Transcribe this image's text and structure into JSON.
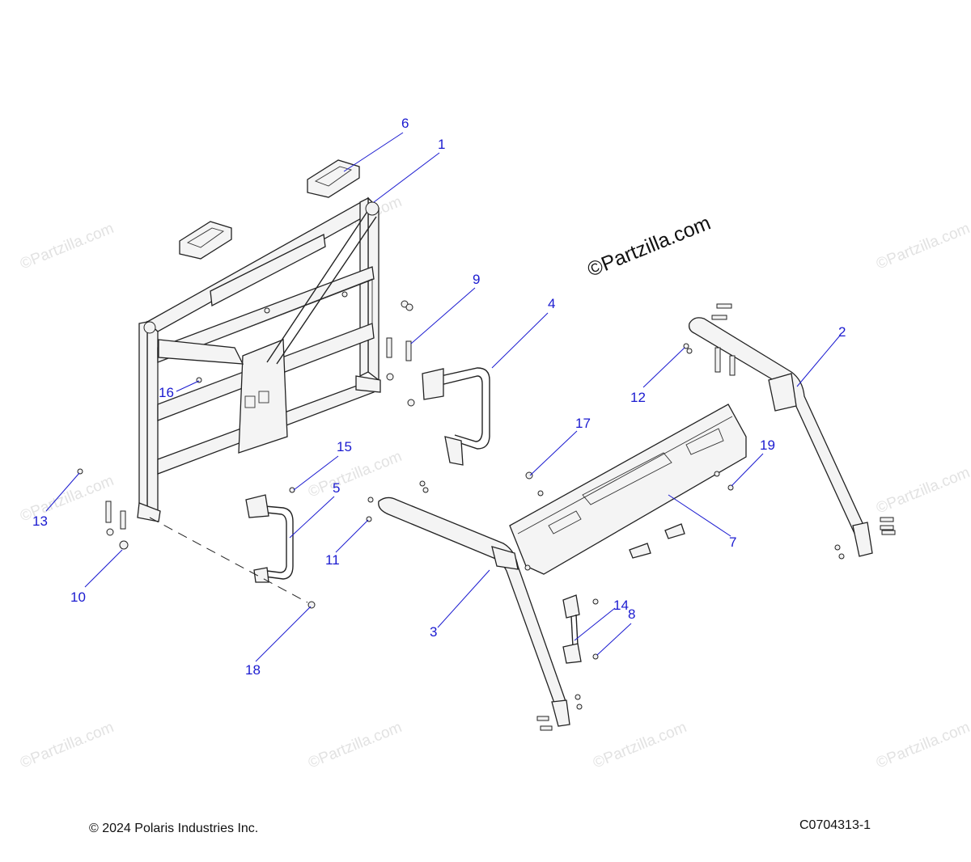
{
  "watermark_text": "©Partzilla.com",
  "brand_watermark": "©Partzilla.com",
  "copyright": "© 2024 Polaris Industries Inc.",
  "diagram_code": "C0704313-1",
  "callouts": [
    "1",
    "2",
    "3",
    "4",
    "5",
    "6",
    "7",
    "8",
    "9",
    "10",
    "11",
    "12",
    "13",
    "14",
    "15",
    "16",
    "17",
    "18",
    "19"
  ],
  "colors": {
    "callout": "#1a1ad0",
    "line": "#222222",
    "watermark": "#e2e2e2"
  }
}
